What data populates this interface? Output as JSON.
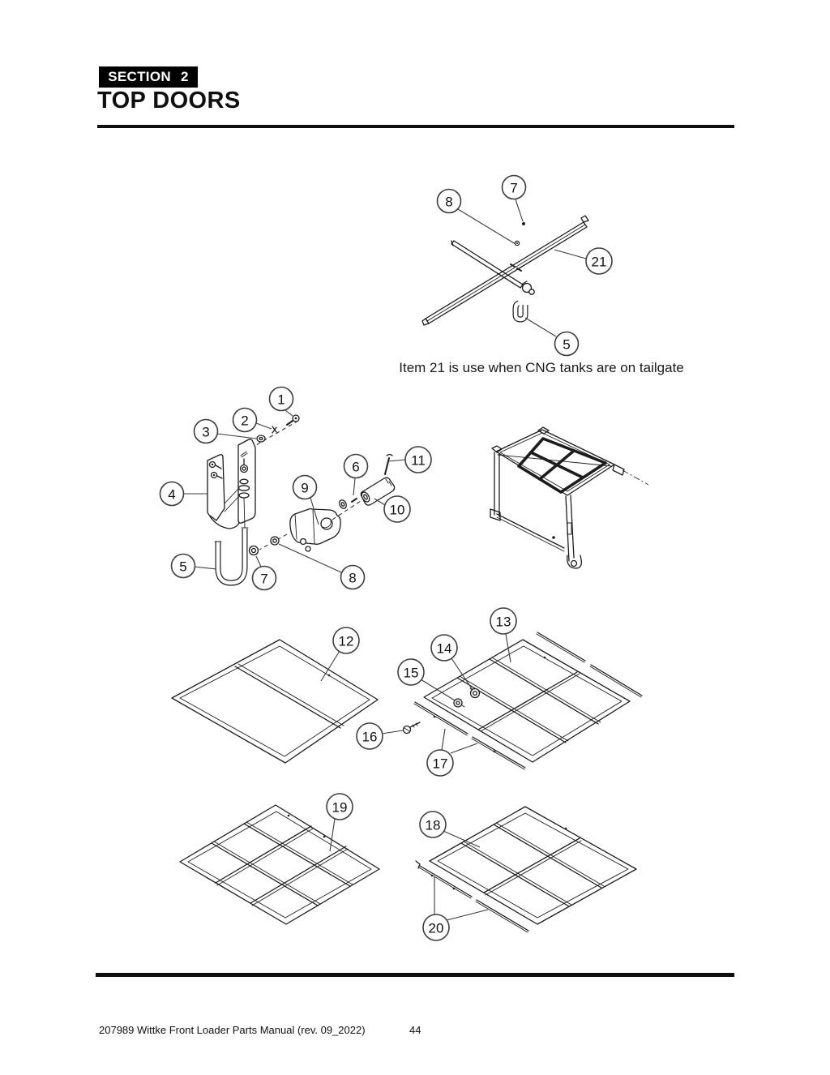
{
  "header": {
    "section_label": "SECTION 2",
    "title": "TOP DOORS"
  },
  "note": "Item 21 is use when CNG tanks are on tailgate",
  "footer": {
    "doc_title": "207989 Wittke Front Loader Parts Manual (rev. 09_2022)",
    "page_number": "44"
  },
  "callouts": {
    "cng_bar": {
      "c7": "7",
      "c8": "8",
      "c21": "21",
      "c5": "5"
    },
    "hook_assembly": {
      "c1": "1",
      "c2": "2",
      "c3": "3",
      "c4": "4",
      "c5": "5",
      "c6": "6",
      "c7": "7",
      "c8": "8",
      "c9": "9",
      "c10": "10",
      "c11": "11"
    },
    "doors": {
      "c12": "12",
      "c13": "13",
      "c14": "14",
      "c15": "15",
      "c16": "16",
      "c17": "17",
      "c18": "18",
      "c19": "19",
      "c20": "20"
    }
  }
}
